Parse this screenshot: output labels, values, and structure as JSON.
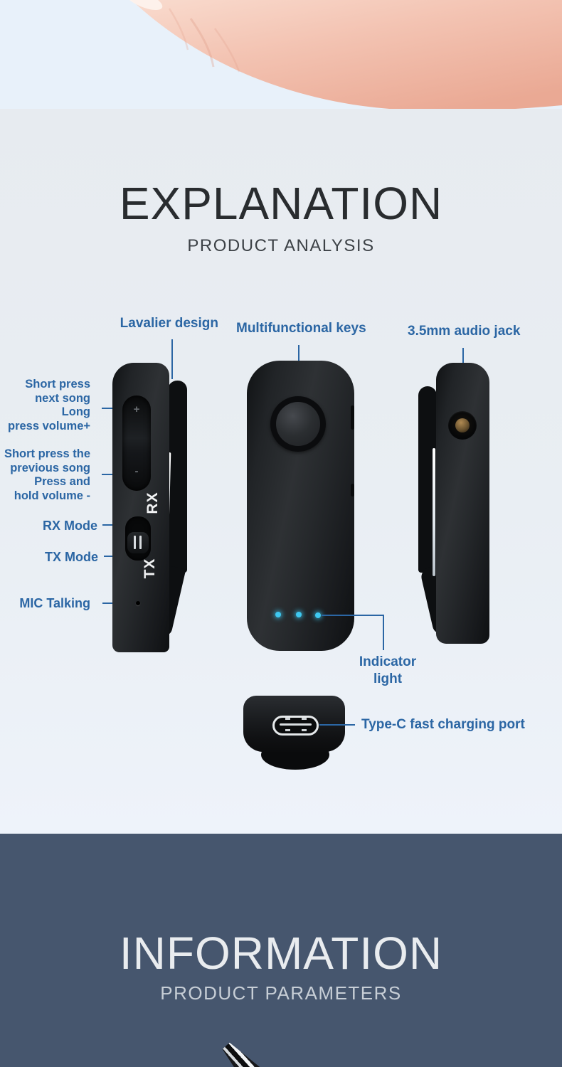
{
  "page": {
    "accent_blue": "#2b66a4",
    "indicator_cyan": "#3ec8f0",
    "dark_section_bg": "#46566e",
    "light_top_bg": "#e8f1fa",
    "main_bg": "#e9edf2"
  },
  "explanation": {
    "title": "EXPLANATION",
    "subtitle": "PRODUCT ANALYSIS"
  },
  "information": {
    "title": "INFORMATION",
    "subtitle": "PRODUCT PARAMETERS"
  },
  "callouts": {
    "lavalier_design": "Lavalier design",
    "multifunctional_keys": "Multifunctional keys",
    "audio_jack": "3.5mm audio jack",
    "volume_up": "Short press\nnext song\nLong\npress volume+",
    "volume_down": "Short press the\nprevious song\nPress and\nhold volume -",
    "rx_mode": "RX Mode",
    "tx_mode": "TX Mode",
    "mic_talking": "MIC Talking",
    "indicator_light": "Indicator\nlight",
    "type_c": "Type-C fast charging port"
  },
  "device": {
    "rx_print": "RX",
    "tx_print": "TX",
    "volume_plus": "+",
    "volume_minus": "-",
    "indicator_dot_count": 3
  }
}
